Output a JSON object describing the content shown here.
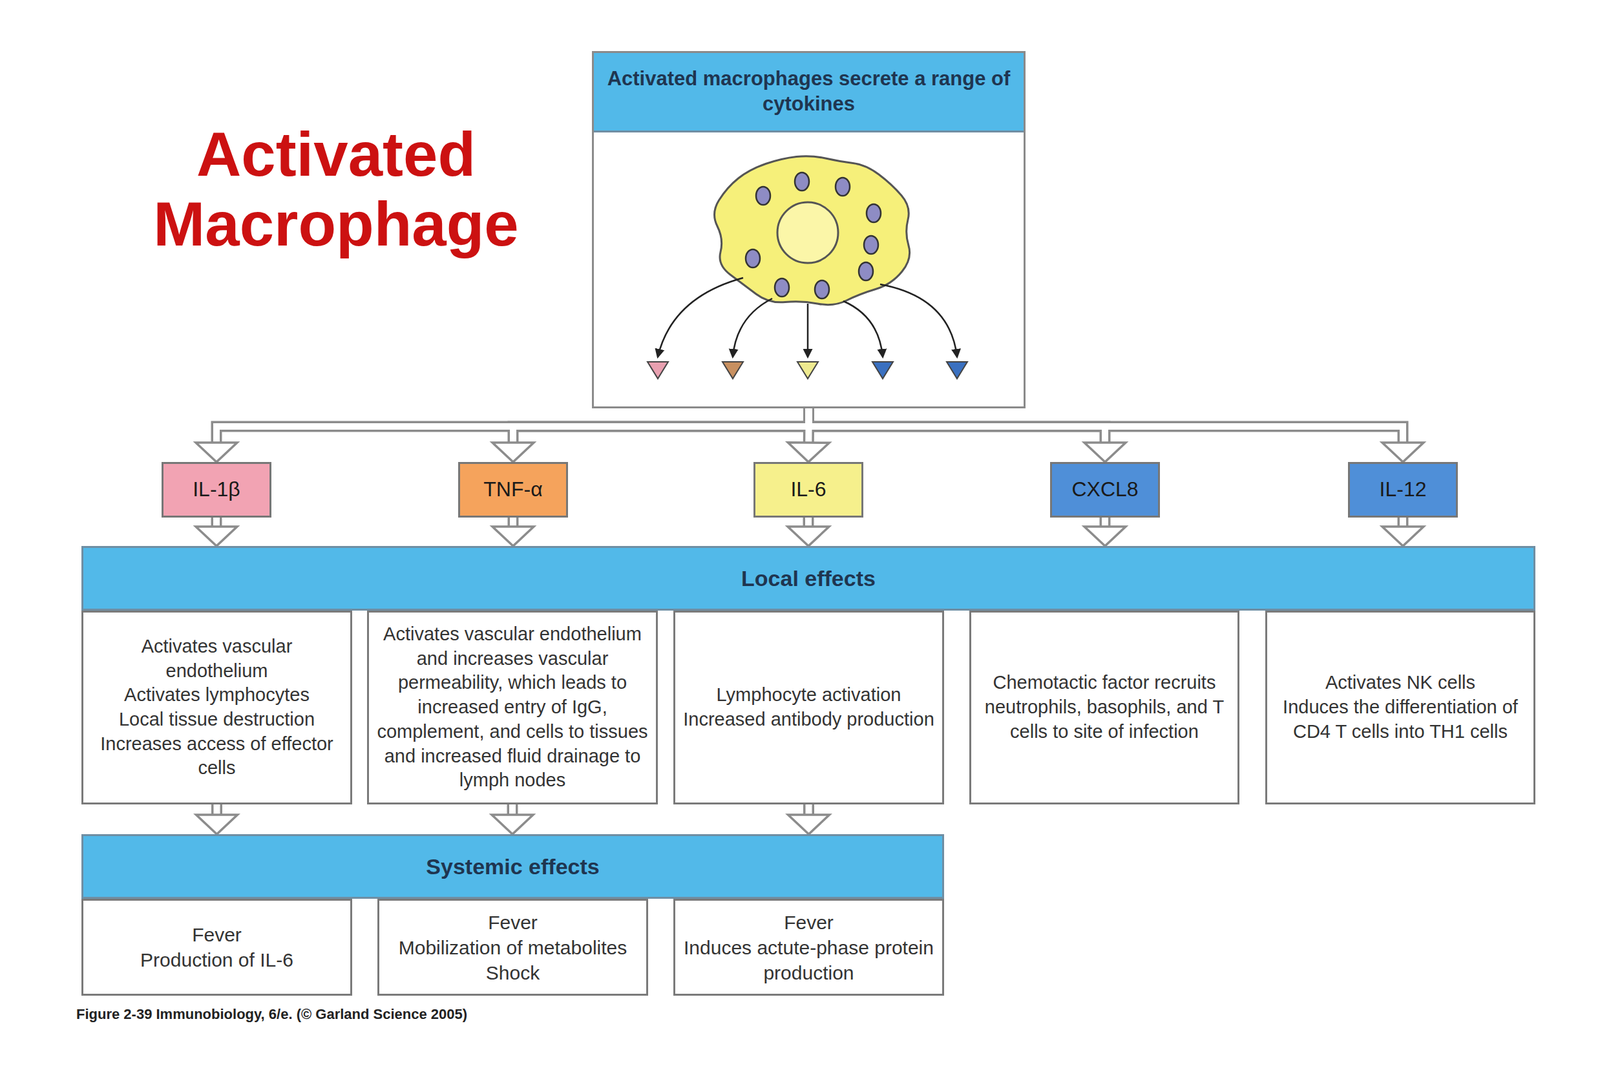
{
  "diagram": {
    "title": "Activated Macrophage",
    "caption": "Figure 2-39 Immunobiology, 6/e. (© Garland Science 2005)",
    "nodes": [
      {
        "text": [
          "Activated macrophages secrete a range of cytokines"
        ]
      },
      {
        "text": [
          "IL-1β"
        ]
      },
      {
        "text": [
          "TNF-α"
        ]
      },
      {
        "text": [
          "IL-6"
        ]
      },
      {
        "text": [
          "CXCL8"
        ]
      },
      {
        "text": [
          "IL-12"
        ]
      },
      {
        "text": [
          "Local effects"
        ]
      },
      {
        "text": [
          "Activates vascular endothelium",
          "Activates lymphocytes",
          "Local tissue destruction",
          "Increases access of effector cells"
        ]
      },
      {
        "text": [
          "Activates vascular endothelium and increases vascular permeability, which leads to increased entry of IgG, complement, and cells to tissues and increased fluid drainage to lymph nodes"
        ]
      },
      {
        "text": [
          "Lymphocyte activation",
          "Increased antibody production"
        ]
      },
      {
        "text": [
          "Chemotactic factor recruits neutrophils, basophils, and T cells to site of infection"
        ]
      },
      {
        "text": [
          "Activates NK cells",
          "Induces the differentiation of CD4 T cells into TH1 cells"
        ]
      },
      {
        "text": [
          "Systemic effects"
        ]
      },
      {
        "text": [
          "Fever",
          "Production of IL-6"
        ]
      },
      {
        "text": [
          "Fever",
          "Mobilization of metabolites",
          "Shock"
        ]
      },
      {
        "text": [
          "Fever",
          "Induces actute-phase protein production"
        ]
      }
    ],
    "edges": [
      {
        "from": 0,
        "to": 1,
        "arrow": "to"
      },
      {
        "from": 0,
        "to": 2,
        "arrow": "to"
      },
      {
        "from": 0,
        "to": 3,
        "arrow": "to"
      },
      {
        "from": 0,
        "to": 4,
        "arrow": "to"
      },
      {
        "from": 0,
        "to": 5,
        "arrow": "to"
      },
      {
        "from": 1,
        "to": 6,
        "arrow": "to"
      },
      {
        "from": 2,
        "to": 6,
        "arrow": "to"
      },
      {
        "from": 3,
        "to": 6,
        "arrow": "to"
      },
      {
        "from": 4,
        "to": 6,
        "arrow": "to"
      },
      {
        "from": 5,
        "to": 6,
        "arrow": "to"
      },
      {
        "from": 7,
        "to": 12,
        "arrow": "to"
      },
      {
        "from": 8,
        "to": 12,
        "arrow": "to"
      },
      {
        "from": 9,
        "to": 12,
        "arrow": "to"
      }
    ]
  }
}
